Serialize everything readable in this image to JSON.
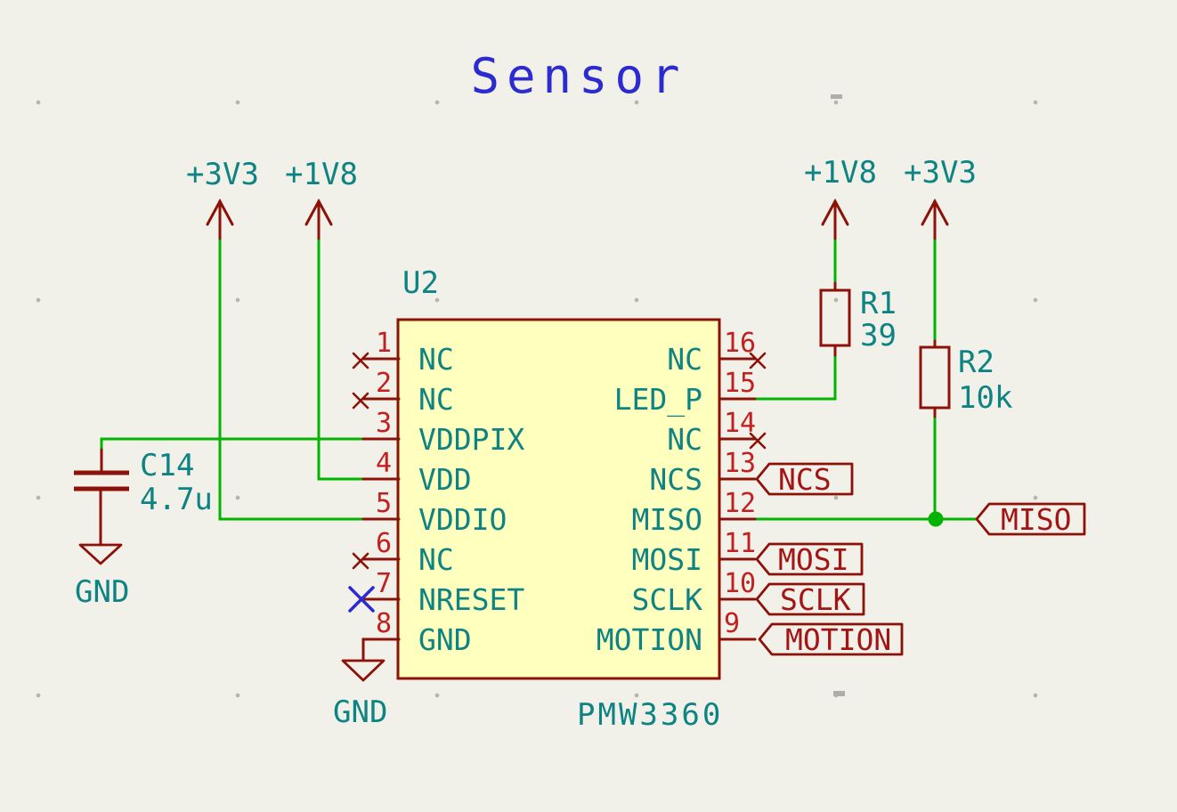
{
  "sheet": {
    "title": "Sensor"
  },
  "power_flags": {
    "left": [
      {
        "net": "+3V3"
      },
      {
        "net": "+1V8"
      }
    ],
    "right": [
      {
        "net": "+1V8"
      },
      {
        "net": "+3V3"
      }
    ]
  },
  "ic": {
    "reference": "U2",
    "value": "PMW3360",
    "left_pins": [
      {
        "num": "1",
        "name": "NC"
      },
      {
        "num": "2",
        "name": "NC"
      },
      {
        "num": "3",
        "name": "VDDPIX"
      },
      {
        "num": "4",
        "name": "VDD"
      },
      {
        "num": "5",
        "name": "VDDIO"
      },
      {
        "num": "6",
        "name": "NC"
      },
      {
        "num": "7",
        "name": "NRESET"
      },
      {
        "num": "8",
        "name": "GND"
      }
    ],
    "right_pins": [
      {
        "num": "16",
        "name": "NC"
      },
      {
        "num": "15",
        "name": "LED_P"
      },
      {
        "num": "14",
        "name": "NC"
      },
      {
        "num": "13",
        "name": "NCS"
      },
      {
        "num": "12",
        "name": "MISO"
      },
      {
        "num": "11",
        "name": "MOSI"
      },
      {
        "num": "10",
        "name": "SCLK"
      },
      {
        "num": "9",
        "name": "MOTION"
      }
    ]
  },
  "capacitor": {
    "reference": "C14",
    "value": "4.7u"
  },
  "resistors": [
    {
      "reference": "R1",
      "value": "39"
    },
    {
      "reference": "R2",
      "value": "10k"
    }
  ],
  "grounds": [
    {
      "label": "GND"
    },
    {
      "label": "GND"
    }
  ],
  "net_labels": [
    {
      "name": "NCS"
    },
    {
      "name": "MISO"
    },
    {
      "name": "MOSI"
    },
    {
      "name": "SCLK"
    },
    {
      "name": "MOTION"
    }
  ],
  "colors": {
    "background": "#F2F1E9",
    "wire_green": "#00B400",
    "symbol_dark_red": "#8C1108",
    "pin_number_red": "#C22020",
    "label_teal": "#0E8383",
    "title_blue": "#2B2BD0",
    "no_connect_blue": "#2B2BD0",
    "ic_fill_yellow": "#FFFFBE"
  }
}
